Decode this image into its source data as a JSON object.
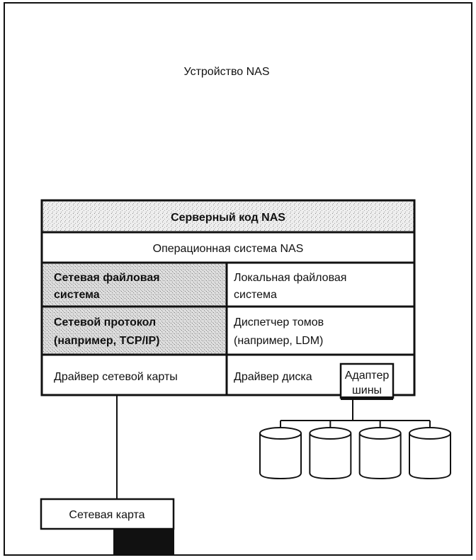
{
  "title": "Устройство NAS",
  "stack": {
    "server_code": "Серверный код NAS",
    "os": "Операционная система NAS",
    "network_fs": [
      "Сетевая файловая",
      "система"
    ],
    "local_fs": [
      "Локальная файловая",
      "система"
    ],
    "network_protocol": [
      "Сетевой протокол",
      "(например, TCP/IP)"
    ],
    "volume_manager": [
      "Диспетчер томов",
      "(например, LDM)"
    ],
    "nic_driver": "Драйвер сетевой карты",
    "disk_driver": "Драйвер диска",
    "bus_adapter": [
      "Адаптер",
      "шины"
    ]
  },
  "network_card": "Сетевая карта",
  "disk_count": 4
}
